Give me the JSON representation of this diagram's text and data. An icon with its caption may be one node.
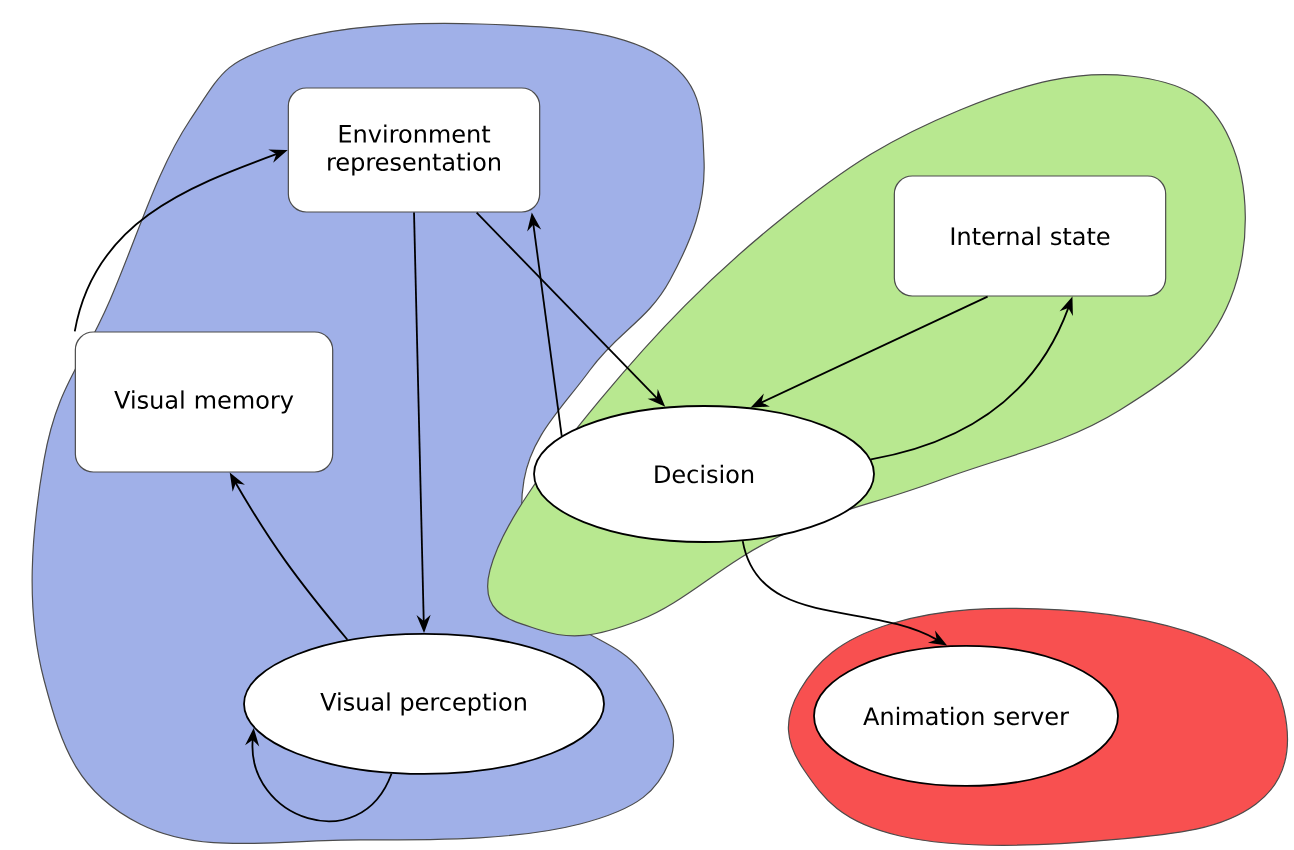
{
  "diagram": {
    "nodes": [
      {
        "text": [],
        "shape": "cloud"
      },
      {
        "text": [
          "Environment representation"
        ],
        "in": 0
      },
      {
        "text": [
          "Visual memory"
        ],
        "in": 0
      },
      {
        "text": [
          "Visual perception"
        ],
        "in": 0
      },
      {
        "text": [],
        "shape": "cloud"
      },
      {
        "text": [
          "Internal state"
        ],
        "in": 4
      },
      {
        "text": [
          "Decision"
        ],
        "in": 4
      },
      {
        "text": [],
        "shape": "cloud"
      },
      {
        "text": [
          "Animation server"
        ],
        "in": 7
      }
    ],
    "edges": [
      {
        "from": 2,
        "to": 1,
        "arrow": "to"
      },
      {
        "from": 1,
        "to": 3,
        "arrow": "to"
      },
      {
        "from": 3,
        "to": 2,
        "arrow": "to"
      },
      {
        "from": 3,
        "to": 3,
        "arrow": "to"
      },
      {
        "from": 1,
        "to": 6,
        "arrow": "to"
      },
      {
        "from": 6,
        "to": 1,
        "arrow": "to"
      },
      {
        "from": 5,
        "to": 6,
        "arrow": "to"
      },
      {
        "from": 6,
        "to": 5,
        "arrow": "to"
      },
      {
        "from": 6,
        "to": 8,
        "arrow": "to"
      }
    ]
  }
}
